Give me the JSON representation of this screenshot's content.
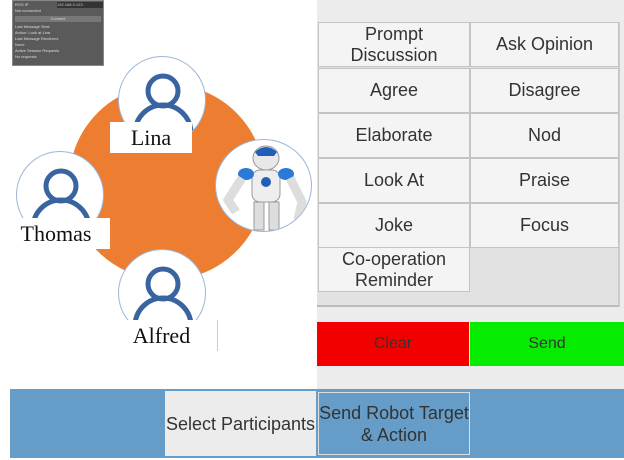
{
  "status_panel": {
    "ip_label": "ROS IP",
    "ip_value": "192.168.0.123",
    "connection": "Not connected",
    "connect_button": "Connect",
    "last_sent_label": "Last Message Sent:",
    "last_sent_value": "Action: Look at Lina",
    "last_received_label": "Last Message Received:",
    "last_received_value": "None",
    "requests_label": "Active Session Requests",
    "requests_value": "No requests"
  },
  "participants": [
    {
      "name": "Lina"
    },
    {
      "name": "Thomas"
    },
    {
      "name": "Alfred"
    }
  ],
  "actions": [
    "Prompt Discussion",
    "Ask Opinion",
    "Agree",
    "Disagree",
    "Elaborate",
    "Nod",
    "Look At",
    "Praise",
    "Joke",
    "Focus",
    "Co-operation Reminder"
  ],
  "controls": {
    "clear": "Clear",
    "send": "Send"
  },
  "bottom": {
    "select_participants": "Select Participants",
    "send_robot": "Send Robot Target & Action"
  },
  "colors": {
    "orange": "#ed7d31",
    "clear": "#f20000",
    "send": "#06ec00",
    "bar": "#659dc8",
    "person": "#3a64a0"
  },
  "icons": {
    "person": "person-icon",
    "robot": "robot-icon"
  }
}
